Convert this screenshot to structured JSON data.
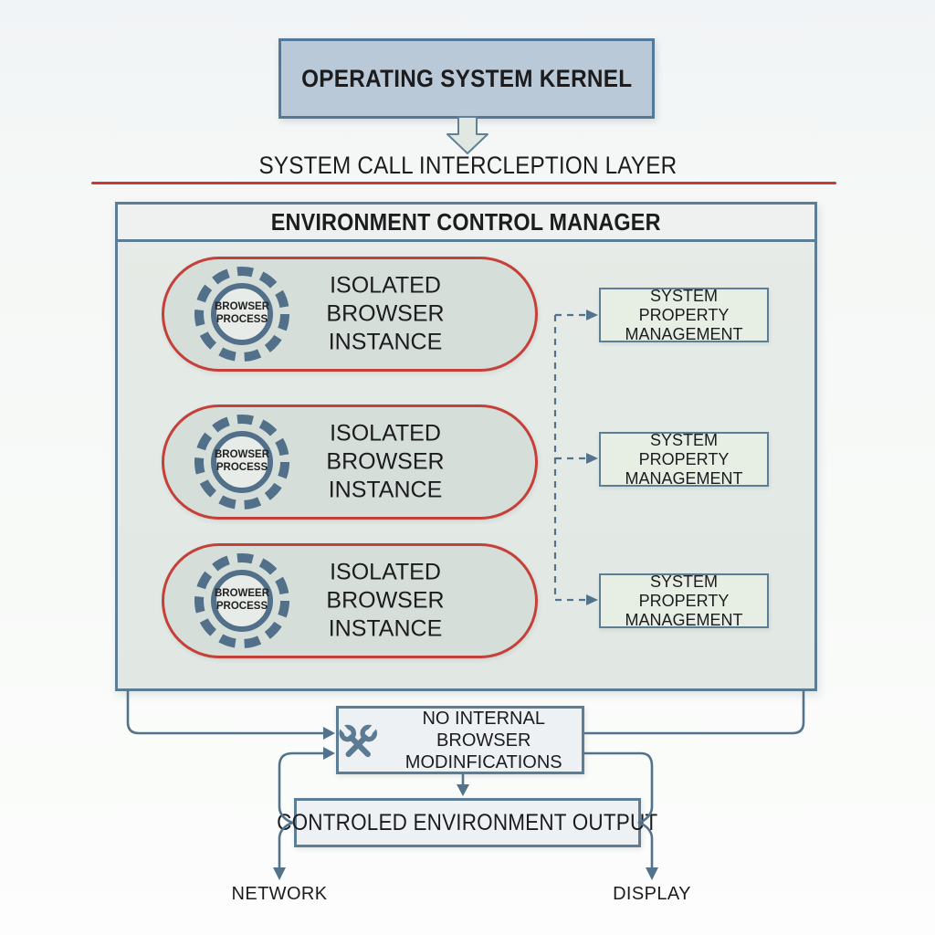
{
  "colors": {
    "accent_red": "#c83a35",
    "connector_blue_gray": "#53738c",
    "kernel_fill": "#bac9d7",
    "kernel_border": "#54789a",
    "manager_fill": "#e2e8e3",
    "manager_header_fill": "#eef1f0",
    "pill_fill": "#d6ded9",
    "property_box_fill": "#e7eee4",
    "bottom_box_fill": "#eef1f4",
    "text": "#1c1c1e"
  },
  "kernel": {
    "label": "OPERATING SYSTEM KERNEL"
  },
  "interception": {
    "label": "SYSTEM CALL INTERCLEPTION LAYER"
  },
  "manager": {
    "title": "ENVIRONMENT CONTROL MANAGER",
    "instances": [
      {
        "icon": {
          "line1": "BROWSER",
          "line2": "PROCESS"
        },
        "label": {
          "line1": "ISOLATED",
          "line2": "BROWSER",
          "line3": "INSTANCE"
        }
      },
      {
        "icon": {
          "line1": "BROWSER",
          "line2": "PROCESS"
        },
        "label": {
          "line1": "ISOLATED",
          "line2": "BROWSER",
          "line3": "INSTANCE"
        }
      },
      {
        "icon": {
          "line1": "BROWEER",
          "line2": "PROCESS"
        },
        "label": {
          "line1": "ISOLATED",
          "line2": "BROWSER",
          "line3": "INSTANCE"
        }
      }
    ],
    "property_boxes": [
      {
        "label": "SYSTEM PROPERTY MANAGEMENT"
      },
      {
        "label": "SYSTEM PROPERTY MANAGEMENT"
      },
      {
        "label": "SYSTEM PROPERTY MANAGEMENT"
      }
    ]
  },
  "no_modifications": {
    "icon": "crossed-tools-icon",
    "line1": "NO INTERNAL BROWSER",
    "line2": "MODINFICATIONS"
  },
  "output_box": {
    "label": "CONTROLED ENVIRONMENT OUTPUT"
  },
  "endpoints": {
    "network": "NETWORK",
    "display": "DISPLAY"
  }
}
